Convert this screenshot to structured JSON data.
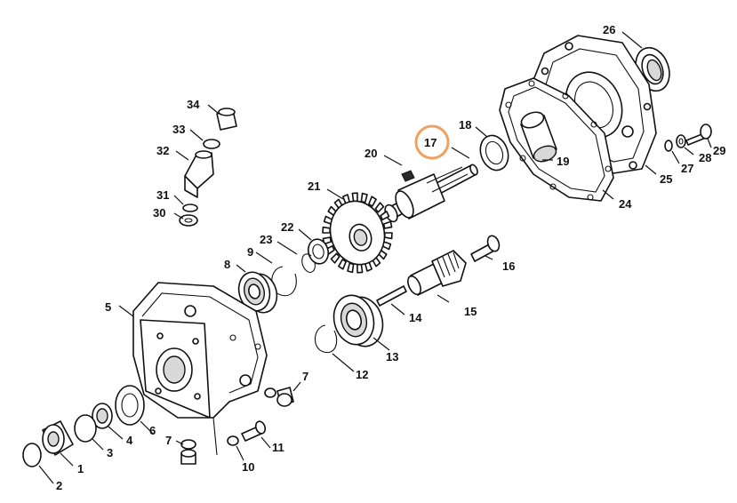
{
  "diagram": {
    "part_numbers": [
      "1",
      "2",
      "3",
      "4",
      "5",
      "6",
      "7",
      "7",
      "8",
      "9",
      "10",
      "11",
      "12",
      "13",
      "14",
      "15",
      "16",
      "17",
      "18",
      "19",
      "20",
      "21",
      "22",
      "23",
      "24",
      "25",
      "26",
      "27",
      "28",
      "29",
      "30",
      "31",
      "32",
      "33",
      "34"
    ],
    "highlight": {
      "number": "17",
      "color": "#f0a060"
    },
    "colors": {
      "ink": "#111111",
      "background": "#ffffff"
    }
  }
}
